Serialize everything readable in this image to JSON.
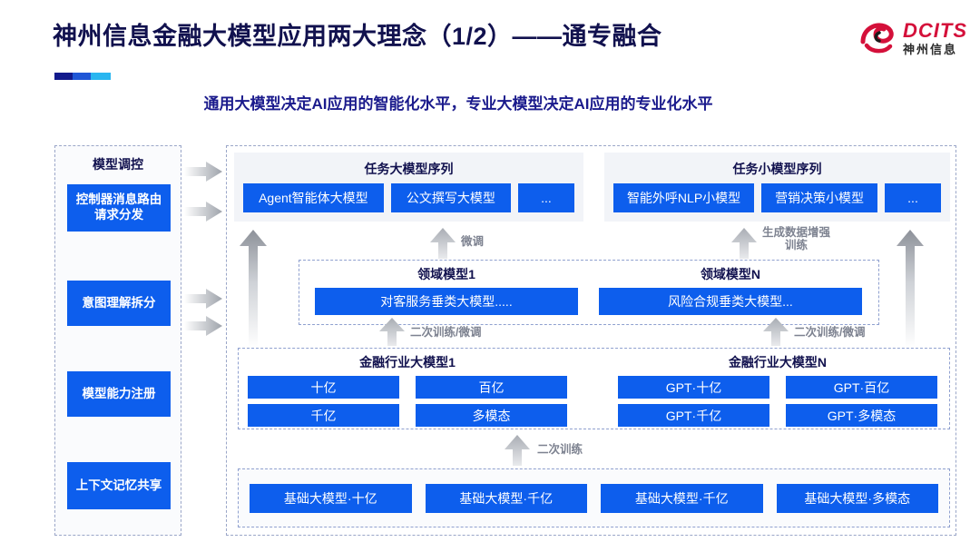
{
  "header": {
    "title": "神州信息金融大模型应用两大理念（1/2）——通专融合",
    "subtitle": "通用大模型决定AI应用的智能化水平，专业大模型决定AI应用的专业化水平",
    "logo_en": "DCITS",
    "logo_cn": "神州信息",
    "accent_colors": [
      "#121a8c",
      "#1f56d6",
      "#29b6f0"
    ],
    "title_color": "#11114e",
    "subtitle_color": "#1a1a8c",
    "logo_color": "#d4103a"
  },
  "colors": {
    "box_blue": "#0d5eed",
    "panel_gray": "#f2f4f8",
    "dashed_border": "#9aa6c8",
    "arrow_gray": "#b5b9c0"
  },
  "sidebar": {
    "title": "模型调控",
    "items": [
      {
        "label": "控制器消息路由请求分发"
      },
      {
        "label": "意图理解拆分"
      },
      {
        "label": "模型能力注册"
      },
      {
        "label": "上下文记忆共享"
      }
    ]
  },
  "sequences": [
    {
      "title": "任务大模型序列",
      "boxes": [
        "Agent智能体大模型",
        "公文撰写大模型",
        "..."
      ]
    },
    {
      "title": "任务小模型序列",
      "boxes": [
        "智能外呼NLP小模型",
        "营销决策小模型",
        "..."
      ]
    }
  ],
  "domain_models": [
    {
      "title": "领域模型1",
      "box": "对客服务垂类大模型....."
    },
    {
      "title": "领域模型N",
      "box": "风险合规垂类大模型..."
    }
  ],
  "industry_models": [
    {
      "title": "金融行业大模型1",
      "boxes": [
        "十亿",
        "百亿",
        "千亿",
        "多模态"
      ]
    },
    {
      "title": "金融行业大模型N",
      "boxes": [
        "GPT·十亿",
        "GPT·百亿",
        "GPT·千亿",
        "GPT·多模态"
      ]
    }
  ],
  "base_models": [
    "基础大模型·十亿",
    "基础大模型·千亿",
    "基础大模型·千亿",
    "基础大模型·多模态"
  ],
  "arrow_labels": {
    "fine_tune": "微调",
    "data_aug_line1": "生成数据增强",
    "data_aug_line2": "训练",
    "retrain_tune_left": "二次训练/微调",
    "retrain_tune_right": "二次训练/微调",
    "retrain": "二次训练"
  }
}
